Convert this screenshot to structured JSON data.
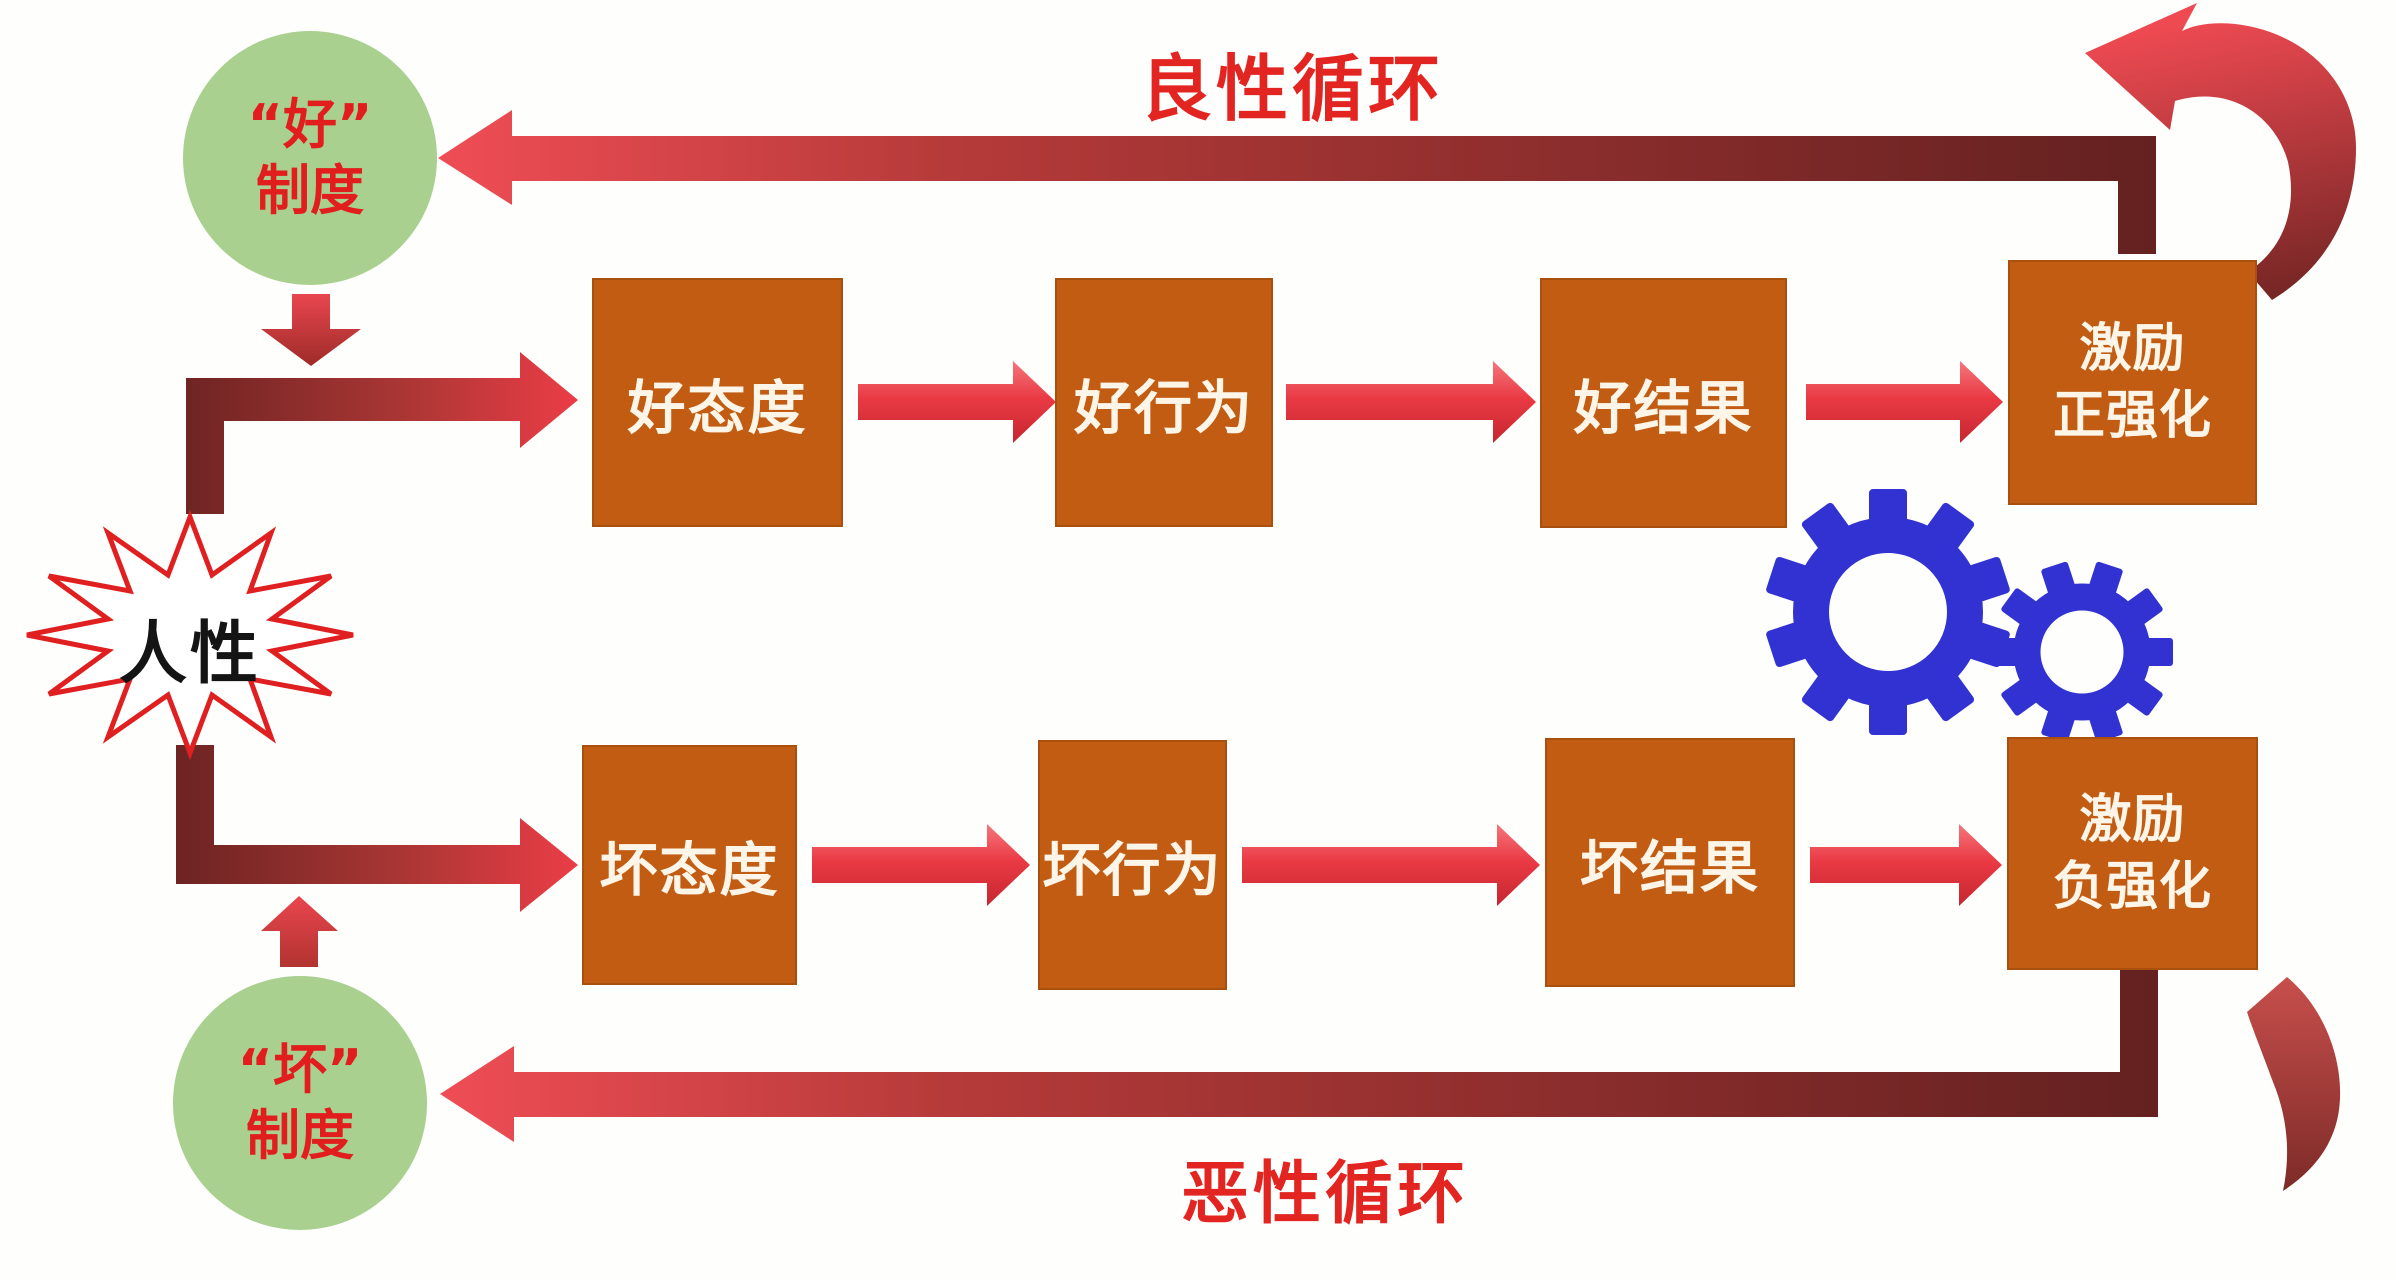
{
  "titles": {
    "top": "良性循环",
    "bottom": "恶性循环"
  },
  "nodes": {
    "good_system": {
      "line1": "“好”",
      "line2": "制度"
    },
    "bad_system": {
      "line1": "“坏”",
      "line2": "制度"
    },
    "human_nature": {
      "label": "人性"
    }
  },
  "top_row": {
    "attitude": "好态度",
    "behavior": "好行为",
    "result": "好结果",
    "reinforce_line1": "激励",
    "reinforce_line2": "正强化"
  },
  "bottom_row": {
    "attitude": "坏态度",
    "behavior": "坏行为",
    "result": "坏结果",
    "reinforce_line1": "激励",
    "reinforce_line2": "负强化"
  },
  "palette": {
    "box_orange": "#c25c13",
    "box_text_cream": "#fdf6e8",
    "arrow_red": "#ea3a44",
    "arrow_dark_maroon": "#6d2423",
    "circle_green": "#a9d08e",
    "circle_text_red": "#e21d1d",
    "title_red": "#e32522",
    "gear_blue": "#3232d2",
    "star_outline_red": "#e02020",
    "star_text_black": "#141414"
  },
  "icons": {
    "gears": "gears-icon",
    "cycle_swoosh_top": "cycle-swoosh-top-icon",
    "cycle_swoosh_bottom": "cycle-swoosh-bottom-icon",
    "starburst": "human-nature-starburst"
  }
}
